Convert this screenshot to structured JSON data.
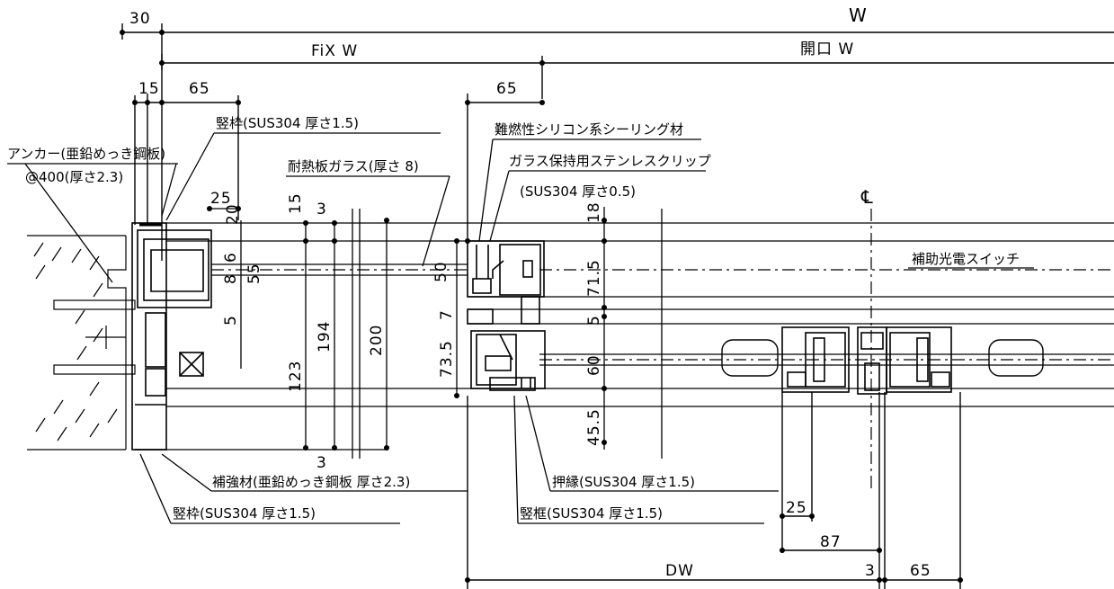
{
  "top_dimensions": {
    "overall_width": "W",
    "offset_30": "30",
    "fix_width": "FiX W",
    "opening_width": "開口 W",
    "dim_15": "15",
    "dim_65_left": "65",
    "dim_65_mid": "65"
  },
  "callouts": {
    "jamb_frame_top": "竪枠(SUS304 厚さ1.5)",
    "anchor_line1": "アンカー(亜鉛めっき鋼板)",
    "anchor_line2": "@400(厚さ2.3)",
    "fireproof_glass": "耐熱板ガラス(厚さ 8)",
    "sealant": "難燃性シリコン系シーリング材",
    "glass_clip_line1": "ガラス保持用ステンレスクリップ",
    "glass_clip_line2": "(SUS304 厚さ0.5)",
    "center_mark": "℄",
    "aux_photo_switch": "補助光電スイッチ",
    "reinforcement": "補強材(亜鉛めっき鋼板 厚さ2.3)",
    "jamb_frame_bottom": "竪枠(SUS304 厚さ1.5)",
    "pressing_edge": "押縁(SUS304 厚さ1.5)",
    "stile_frame": "竪框(SUS304 厚さ1.5)"
  },
  "section_dimensions": {
    "d25_top": "25",
    "d20": "20",
    "d15": "15",
    "d3_top": "3",
    "d6": "6",
    "d8": "8",
    "d55": "55",
    "d5": "5",
    "d194": "194",
    "d200": "200",
    "d123": "123",
    "d3_bottom": "3",
    "d50": "50",
    "d18": "18",
    "d71_5": "71.5",
    "d7": "7",
    "d5_b": "5",
    "d73_5": "73.5",
    "d60": "60",
    "d45_5": "45.5"
  },
  "bottom_dimensions": {
    "d25": "25",
    "d87": "87",
    "dw": "DW",
    "d3": "3",
    "d65": "65"
  }
}
